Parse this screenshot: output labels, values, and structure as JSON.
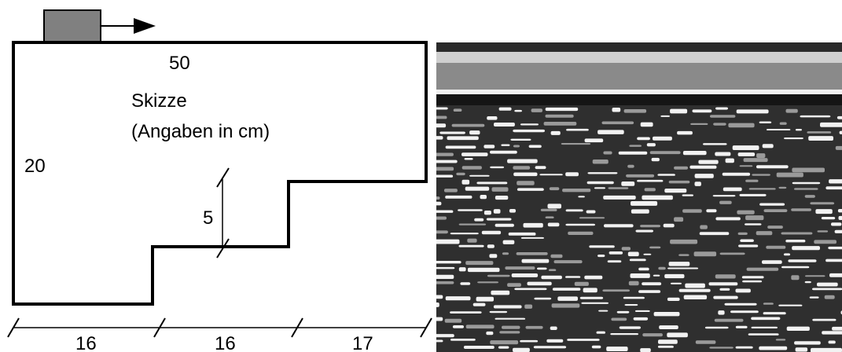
{
  "sketch": {
    "title_line1": "Skizze",
    "title_line2": "(Angaben in cm)",
    "dim_top": "50",
    "dim_left": "20",
    "dim_step": "5",
    "dim_bottom": [
      "16",
      "16",
      "17"
    ]
  },
  "colors": {
    "outline": "#000000",
    "antenna_box": "#808080",
    "scan_dark": "#2f2f2f",
    "scan_light": "#f2f2f2",
    "scan_band": "#8a8a8a"
  },
  "icons": {
    "direction": "arrow-right-icon",
    "sensor": "antenna-box-icon"
  }
}
